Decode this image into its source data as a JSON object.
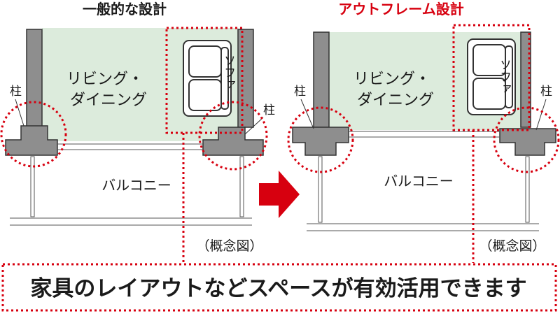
{
  "colors": {
    "accent_red": "#d7000f",
    "room_fill": "#dcebdc",
    "structure_gray": "#8e8e8e",
    "structure_stroke": "#333333",
    "text": "#1a1a1a"
  },
  "left_panel": {
    "title": "一般的な設計",
    "room_label_line1": "リビング・",
    "room_label_line2": "ダイニング",
    "sofa_label": "ソファ",
    "pillar_left_label": "柱",
    "pillar_right_label": "柱",
    "balcony_label": "バルコニー",
    "note": "（概念図）"
  },
  "right_panel": {
    "title": "アウトフレーム設計",
    "room_label_line1": "リビング・",
    "room_label_line2": "ダイニング",
    "sofa_label": "ソファ",
    "pillar_left_label": "柱",
    "pillar_right_label": "柱",
    "balcony_label": "バルコニー",
    "note": "（概念図）"
  },
  "arrow": {
    "icon": "right-arrow-icon"
  },
  "caption": "家具のレイアウトなどスペースが有効活用できます"
}
